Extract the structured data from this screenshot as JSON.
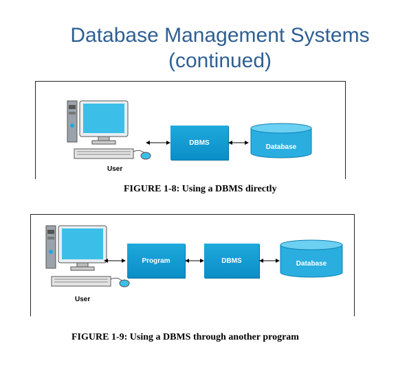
{
  "title": {
    "line1": "Database Management Systems",
    "line2": "(continued)"
  },
  "figure8": {
    "user_label": "User",
    "dbms_label": "DBMS",
    "database_label": "Database",
    "caption": "FIGURE 1-8: Using a DBMS directly"
  },
  "figure9": {
    "user_label": "User",
    "program_label": "Program",
    "dbms_label": "DBMS",
    "database_label": "Database",
    "caption": "FIGURE 1-9: Using a DBMS through another program"
  },
  "colors": {
    "title": "#2e5f93",
    "box": "#0b8ec7",
    "text": "#000000"
  }
}
